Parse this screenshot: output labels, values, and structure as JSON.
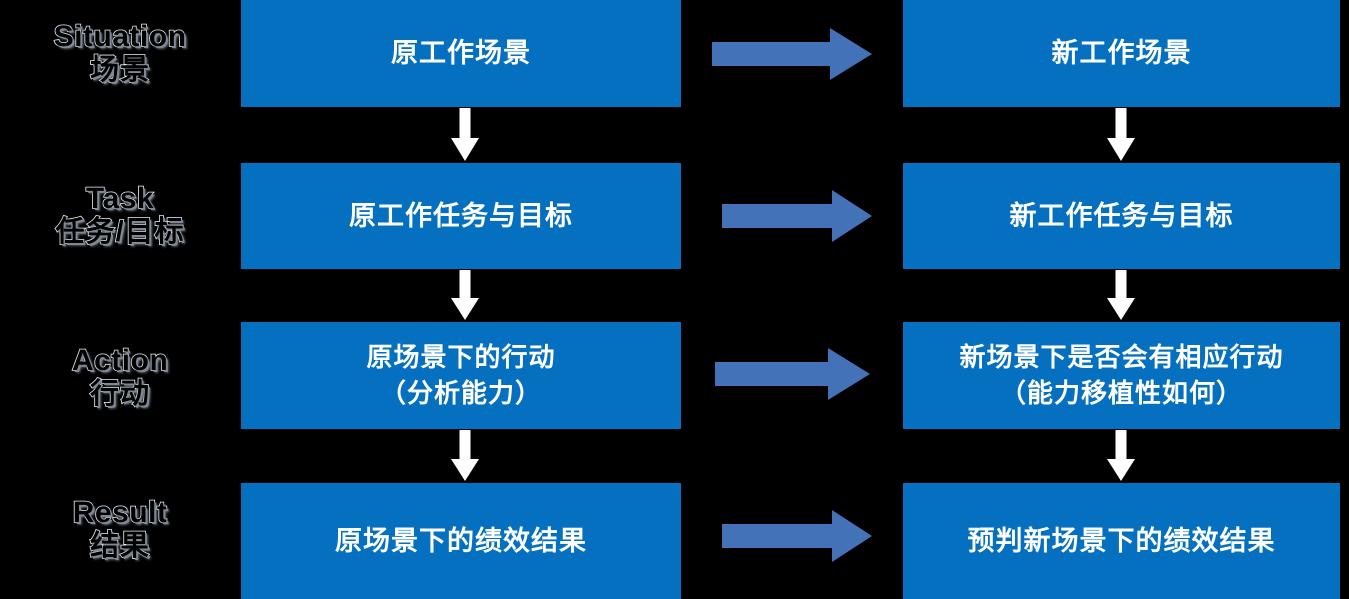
{
  "diagram": {
    "title_note": "STAR behavioral interview transfer framework",
    "colors": {
      "background": "#000000",
      "box_blue": "#0570C0",
      "h_arrow_blue": "#4472B8",
      "v_arrow_white": "#FFFFFF",
      "box_text": "#FFFFFF"
    },
    "rows": [
      {
        "label_en": "Situation",
        "label_zh": "场景",
        "left_box": [
          "原工作场景"
        ],
        "right_box": [
          "新工作场景"
        ]
      },
      {
        "label_en": "Task",
        "label_zh": "任务/目标",
        "left_box": [
          "原工作任务与目标"
        ],
        "right_box": [
          "新工作任务与目标"
        ]
      },
      {
        "label_en": "Action",
        "label_zh": "行动",
        "left_box": [
          "原场景下的行动",
          "（分析能力）"
        ],
        "right_box": [
          "新场景下是否会有相应行动",
          "（能力移植性如何）"
        ]
      },
      {
        "label_en": "Result",
        "label_zh": "结果",
        "left_box": [
          "原场景下的绩效结果"
        ],
        "right_box": [
          "预判新场景下的绩效结果"
        ]
      }
    ],
    "arrows": {
      "horizontal_icon": "right-arrow-icon",
      "vertical_icon": "down-arrow-icon",
      "horizontal_count": 4,
      "vertical_left_count": 3,
      "vertical_right_count": 3
    }
  }
}
